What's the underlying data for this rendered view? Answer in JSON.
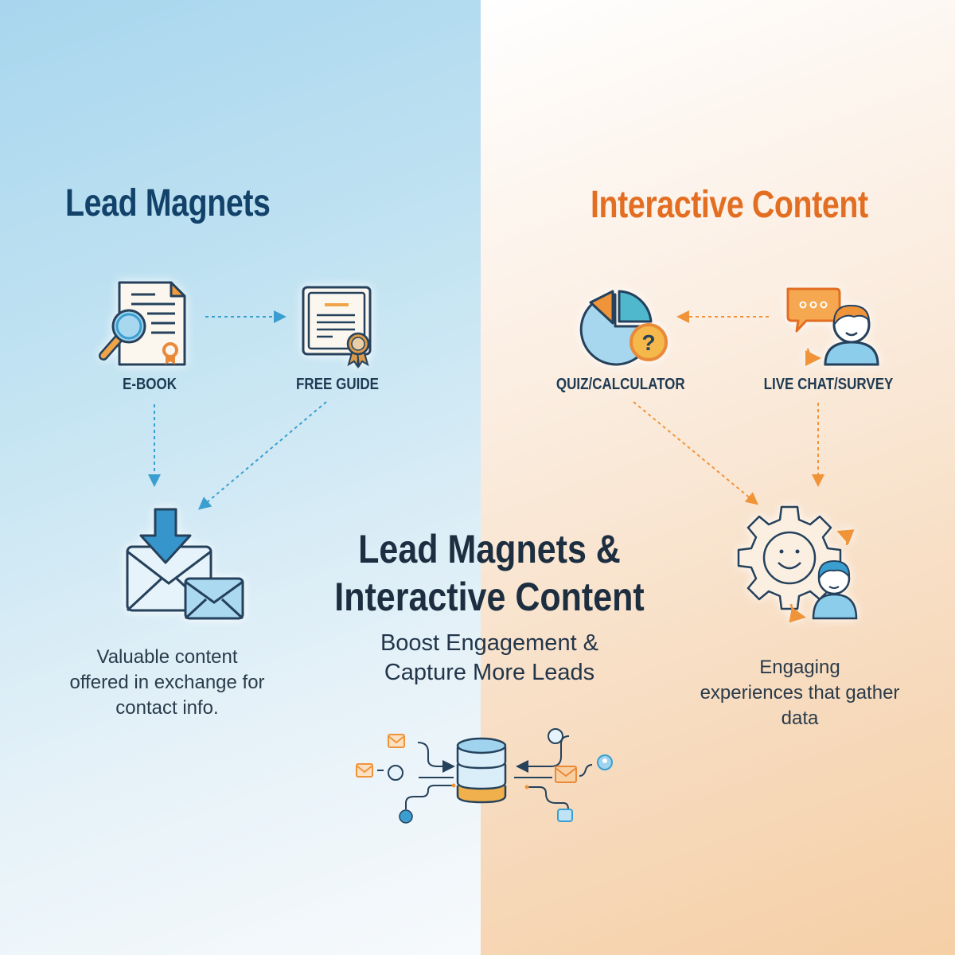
{
  "title": {
    "line1": "Lead Magnets &",
    "line2": "Interactive Content",
    "subtitle_line1": "Boost Engagement &",
    "subtitle_line2": "Capture More Leads"
  },
  "left_panel": {
    "heading": "Lead Magnets",
    "accent_color": "#12426a",
    "items": [
      {
        "label": "E-BOOK",
        "icon": "ebook-magnifier-icon"
      },
      {
        "label": "FREE GUIDE",
        "icon": "certificate-guide-icon"
      }
    ],
    "result_icon": "email-download-icon",
    "description": [
      "Valuable content",
      "offered in exchange for",
      "contact info."
    ]
  },
  "right_panel": {
    "heading": "Interactive Content",
    "accent_color": "#e36e22",
    "items": [
      {
        "label": "QUIZ/CALCULATOR",
        "icon": "pie-chart-question-icon"
      },
      {
        "label": "LIVE CHAT/SURVEY",
        "icon": "chat-user-icon"
      }
    ],
    "result_icon": "gear-smiley-user-icon",
    "description": [
      "Engaging",
      "experiences that gather",
      "data"
    ]
  },
  "footer_graphic": {
    "icon": "database-icon",
    "inputs": [
      "email-icon",
      "chat-badge-icon",
      "location-pin-icon"
    ]
  },
  "colors": {
    "left_bg": "#b8def1",
    "right_bg": "#f5cfa6",
    "blue_accent": "#3a9fd0",
    "orange_accent": "#f0943a",
    "dark_text": "#1c2e40"
  }
}
